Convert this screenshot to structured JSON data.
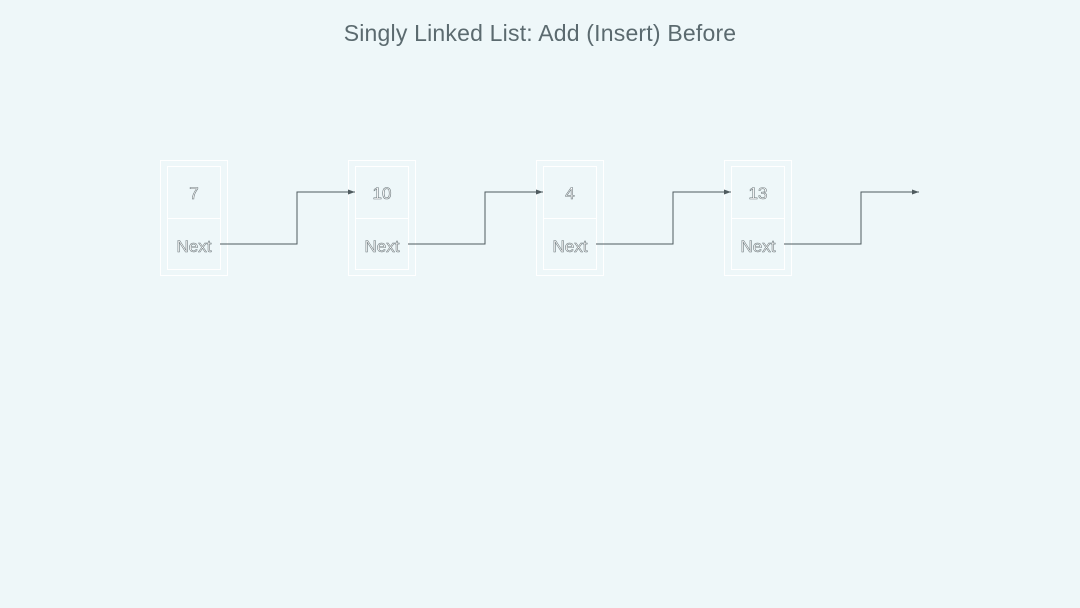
{
  "title": "Singly Linked List: Add (Insert) Before",
  "nodes": [
    {
      "value": "7",
      "next_label": "Next"
    },
    {
      "value": "10",
      "next_label": "Next"
    },
    {
      "value": "4",
      "next_label": "Next"
    },
    {
      "value": "13",
      "next_label": "Next"
    }
  ],
  "colors": {
    "background": "#eef7f9",
    "title": "#5b6a6f",
    "arrow": "#4f5b5f",
    "node_border": "#ffffff"
  }
}
